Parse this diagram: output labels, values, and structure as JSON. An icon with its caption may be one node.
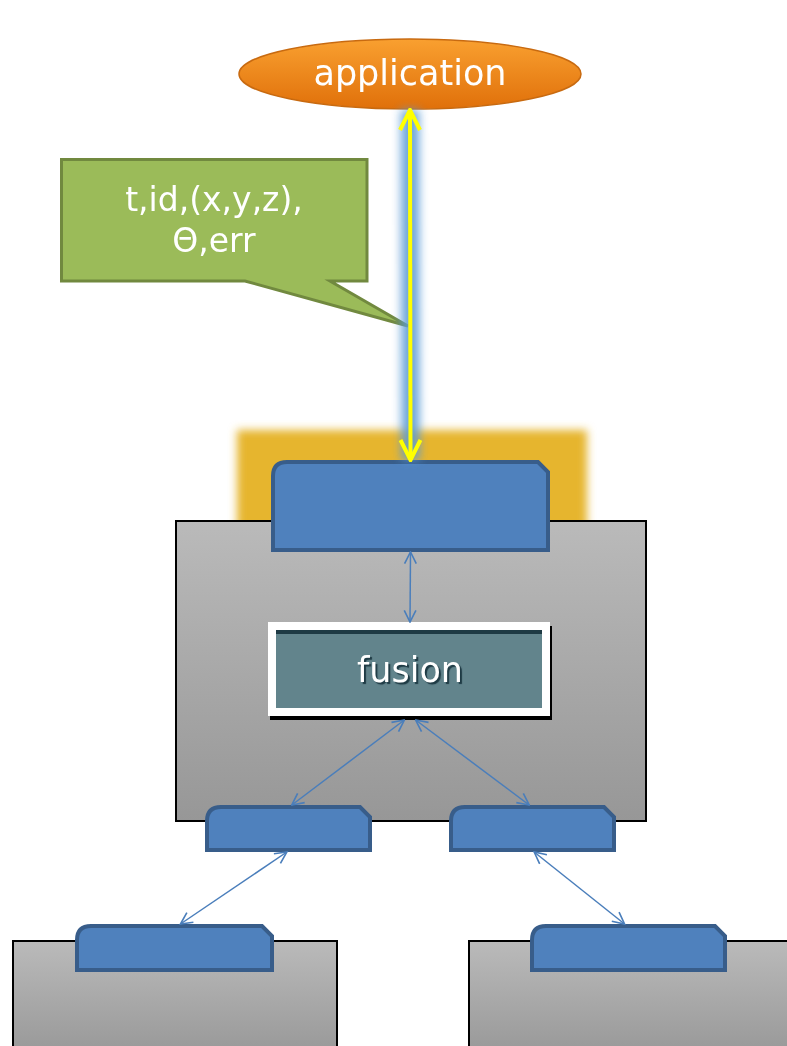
{
  "diagram": {
    "nodes": [
      {
        "text": [
          "application"
        ]
      },
      {
        "text": [
          "t,id,(x,y,z), Θ,err"
        ]
      },
      {
        "text": [],
        "shape": "box"
      },
      {
        "text": [],
        "shape": "box"
      },
      {
        "text": [
          "fusion"
        ],
        "in": 2
      },
      {
        "text": [],
        "shape": "box"
      },
      {
        "text": [],
        "shape": "box"
      },
      {
        "text": [],
        "shape": "box"
      },
      {
        "text": [],
        "shape": "box"
      },
      {
        "text": [],
        "shape": "box"
      },
      {
        "text": [],
        "shape": "box"
      }
    ],
    "edges": [
      {
        "from": 0,
        "to": 3,
        "arrow": "both",
        "style": "thick",
        "color": "#ffff00"
      },
      {
        "from": 3,
        "to": 4,
        "arrow": "both"
      },
      {
        "from": 4,
        "to": 5,
        "arrow": "both"
      },
      {
        "from": 4,
        "to": 6,
        "arrow": "both"
      },
      {
        "from": 5,
        "to": 8,
        "arrow": "both"
      },
      {
        "from": 6,
        "to": 10,
        "arrow": "both"
      }
    ]
  }
}
